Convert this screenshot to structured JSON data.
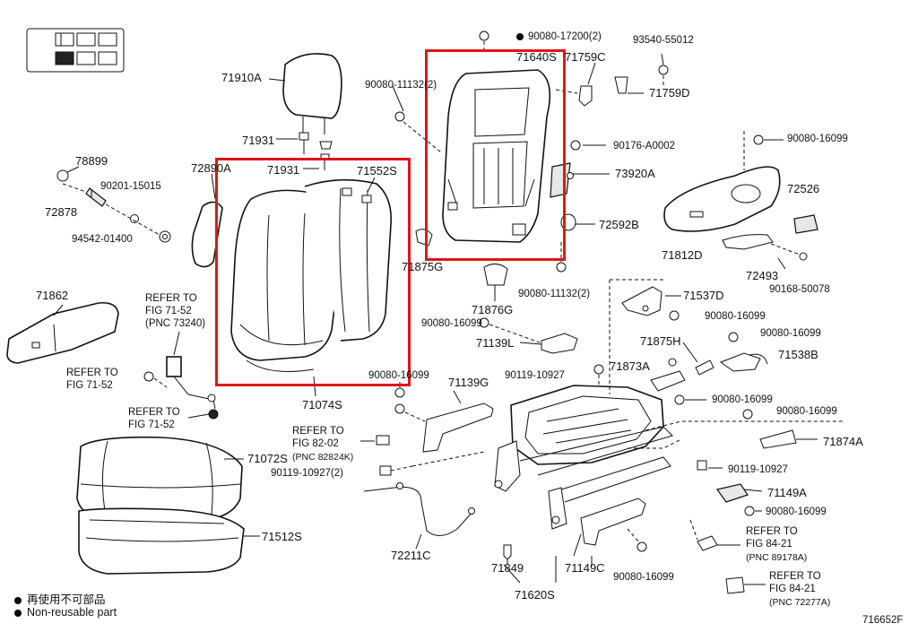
{
  "diagram_id": "716652F",
  "legend": [
    {
      "symbol": "dot-icon",
      "text": "再使用不可部品"
    },
    {
      "symbol": "dot-icon",
      "text": "Non-reusable part"
    }
  ],
  "labels": {
    "p71910A": "71910A",
    "p71931a": "71931",
    "p71931b": "71931",
    "p72890A": "72890A",
    "p71552S": "71552S",
    "p71074S": "71074S",
    "p78899": "78899",
    "p90201": "90201-15015",
    "p72878": "72878",
    "p94542": "94542-01400",
    "p71862": "71862",
    "refer1a": "REFER TO",
    "refer1b": "FIG 71-52",
    "refer1c": "(PNC 73240)",
    "refer2a": "REFER TO",
    "refer2b": "FIG 71-52",
    "refer3a": "REFER TO",
    "refer3b": "FIG 71-52",
    "p71072S": "71072S",
    "p71512S": "71512S",
    "p90080_17200": "90080-17200(2)",
    "p90080_11132a": "90080-11132(2)",
    "p71640S": "71640S",
    "p71759C": "71759C",
    "p93540": "93540-55012",
    "p71759D": "71759D",
    "p90176": "90176-A0002",
    "p73920A": "73920A",
    "p72592B": "72592B",
    "p71875G": "71875G",
    "p71876G": "71876G",
    "p90080_11132b": "90080-11132(2)",
    "p90080_16099a": "90080-16099",
    "p72526": "72526",
    "p71812D": "71812D",
    "p72493": "72493",
    "p90168": "90168-50078",
    "p71537D": "71537D",
    "p90080_16099b": "90080-16099",
    "p90080_16099c": "90080-16099",
    "p71139L": "71139L",
    "p71875H": "71875H",
    "p90080_16099d": "90080-16099",
    "p71538B": "71538B",
    "p90080_16099e": "90080-16099",
    "p90119a": "90119-10927",
    "p71873A": "71873A",
    "p71139G": "71139G",
    "p90080_16099f": "90080-16099",
    "p90080_16099g": "90080-16099",
    "p71874A": "71874A",
    "refer4a": "REFER TO",
    "refer4b": "FIG 82-02",
    "refer4c": "(PNC 82824K)",
    "p90119b": "90119-10927(2)",
    "p90119c": "90119-10927",
    "p71149A": "71149A",
    "p90080_16099h": "90080-16099",
    "refer5a": "REFER TO",
    "refer5b": "FIG 84-21",
    "refer5c": "(PNC 89178A)",
    "p72211C": "72211C",
    "p71849": "71849",
    "p71149C": "71149C",
    "p90080_16099i": "90080-16099",
    "refer6a": "REFER TO",
    "refer6b": "FIG 84-21",
    "refer6c": "(PNC 72277A)",
    "p71620S": "71620S"
  }
}
